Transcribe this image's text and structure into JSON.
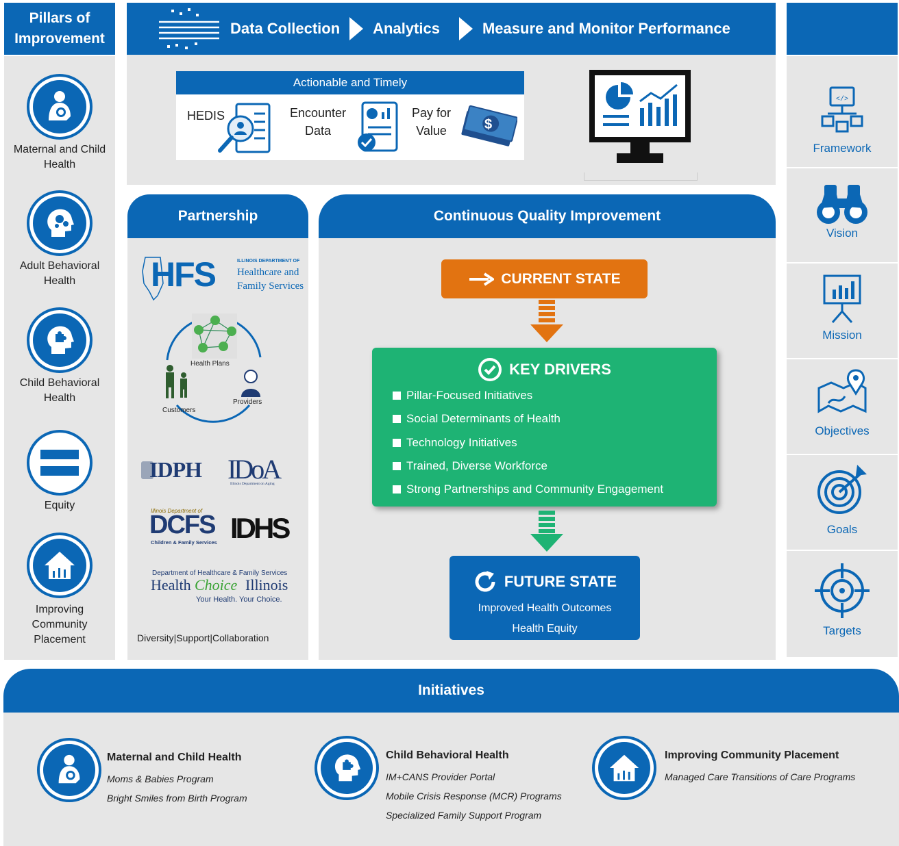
{
  "pillars": {
    "title": "Pillars of Improvement",
    "items": [
      {
        "label": "Maternal and Child Health"
      },
      {
        "label": "Adult Behavioral Health"
      },
      {
        "label": "Child Behavioral Health"
      },
      {
        "label": "Equity"
      },
      {
        "label": "Improving Community Placement"
      }
    ]
  },
  "flow": {
    "steps": [
      "Data Collection",
      "Analytics",
      "Measure and Monitor Performance"
    ]
  },
  "actionable": {
    "title": "Actionable and Timely",
    "items": [
      {
        "line1": "HEDIS",
        "line2": ""
      },
      {
        "line1": "Encounter",
        "line2": "Data"
      },
      {
        "line1": "Pay for",
        "line2": "Value"
      }
    ]
  },
  "right_column": {
    "items": [
      {
        "label": "Framework",
        "icon": "framework-icon"
      },
      {
        "label": "Vision",
        "icon": "binoculars-icon"
      },
      {
        "label": "Mission",
        "icon": "presentation-chart-icon"
      },
      {
        "label": "Objectives",
        "icon": "map-pin-icon"
      },
      {
        "label": "Goals",
        "icon": "target-arrow-icon"
      },
      {
        "label": "Targets",
        "icon": "crosshair-icon"
      }
    ]
  },
  "partnership": {
    "title": "Partnership",
    "hfs": {
      "name": "HFS",
      "dept": "ILLINOIS DEPARTMENT OF",
      "line1": "Healthcare and",
      "line2": "Family Services"
    },
    "cycle": {
      "plans": "Health Plans",
      "customers": "Customers",
      "providers": "Providers"
    },
    "logos": {
      "idph": "IDPH",
      "idoa": "IDoA",
      "idoa_sub": "Illinois Department on Aging",
      "dcfs_top": "Illinois Department of",
      "dcfs": "DCFS",
      "dcfs_sub": "Children & Family Services",
      "idhs": "IDHS",
      "hci_top": "Department of Healthcare & Family Services",
      "hci_health": "Health",
      "hci_choice": "Choice",
      "hci_illinois": "Illinois",
      "hci_tag": "Your Health. Your Choice."
    },
    "footer": "Diversity|Support|Collaboration"
  },
  "cqi": {
    "title": "Continuous Quality Improvement",
    "current_state": "CURRENT STATE",
    "key_drivers_title": "KEY DRIVERS",
    "key_drivers": [
      "Pillar-Focused Initiatives",
      "Social Determinants of Health",
      "Technology Initiatives",
      "Trained, Diverse Workforce",
      "Strong Partnerships and Community Engagement"
    ],
    "future_state": "FUTURE STATE",
    "future_lines": [
      "Improved Health Outcomes",
      "Health Equity"
    ]
  },
  "initiatives": {
    "title": "Initiatives",
    "groups": [
      {
        "title": "Maternal and Child Health",
        "items": [
          "Moms & Babies Program",
          "Bright Smiles from Birth Program"
        ]
      },
      {
        "title": "Child Behavioral Health",
        "items": [
          "IM+CANS Provider Portal",
          "Mobile Crisis Response (MCR) Programs",
          "Specialized Family Support Program"
        ]
      },
      {
        "title": "Improving Community Placement",
        "items": [
          "Managed Care Transitions of Care Programs"
        ]
      }
    ]
  },
  "colors": {
    "blue": "#0b67b5",
    "orange": "#e27311",
    "green": "#1eb374",
    "gray": "#e6e6e6"
  }
}
